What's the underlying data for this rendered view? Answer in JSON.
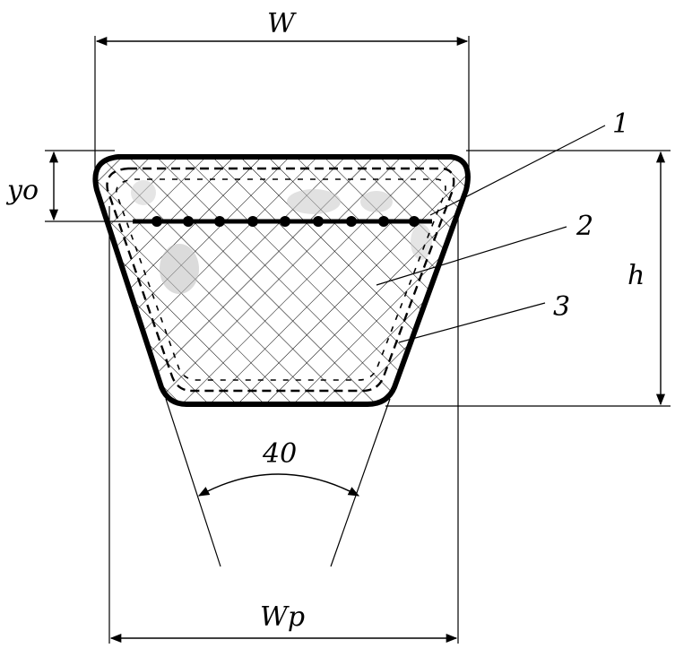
{
  "labels": {
    "width_top": "W",
    "width_pitch": "Wp",
    "height": "h",
    "neutral_offset": "yo",
    "angle": "40",
    "part_1": "1",
    "part_2": "2",
    "part_3": "3"
  },
  "colors": {
    "stroke": "#000000",
    "background": "#ffffff",
    "smudge": "#bdbdbd"
  }
}
